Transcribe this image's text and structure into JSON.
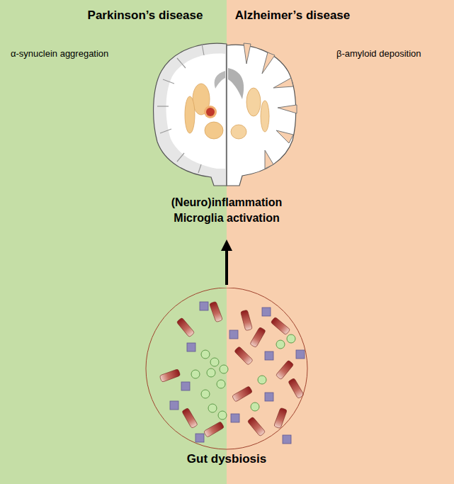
{
  "diagram": {
    "nodes": [
      {
        "text": [
          "Parkinson’s disease",
          "α-synuclein aggregation"
        ]
      },
      {
        "text": [
          "Alzheimer’s disease",
          "β-amyloid deposition"
        ]
      },
      {
        "text": [
          "Gut dysbiosis"
        ]
      }
    ],
    "labels": [
      "(Neuro)inflammation",
      "Microglia activation"
    ]
  }
}
